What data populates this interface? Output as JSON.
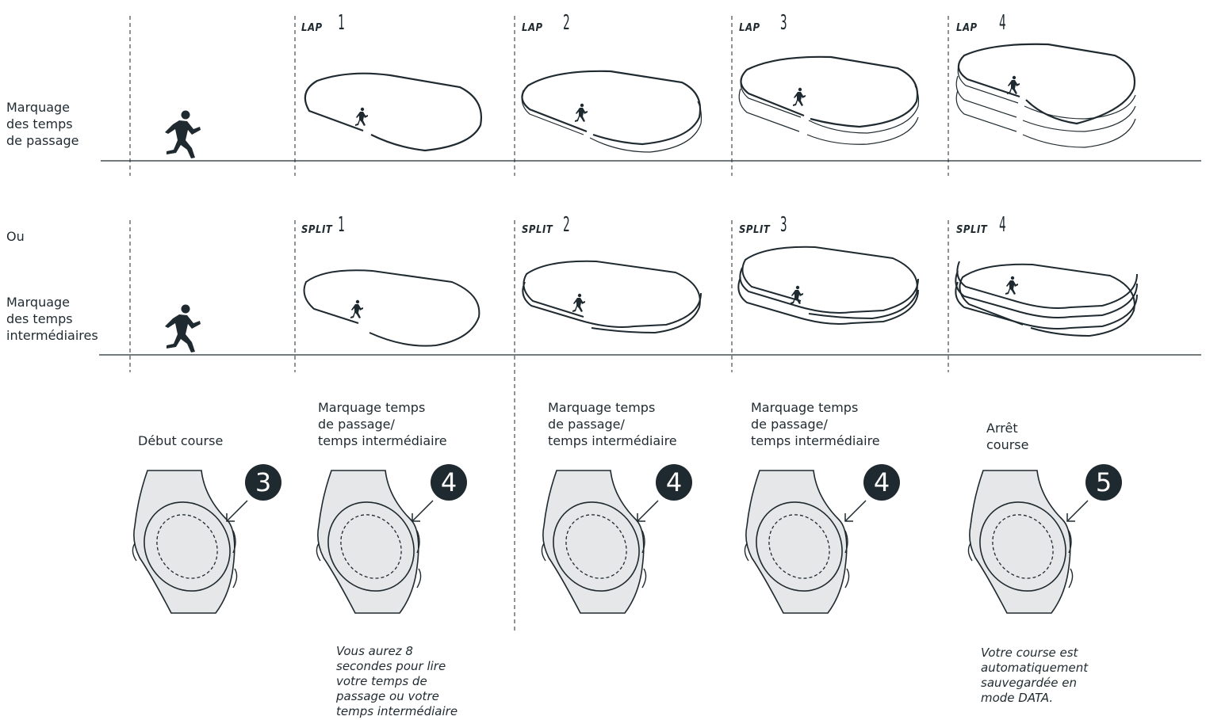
{
  "rows": {
    "lap_label": "Marquage\ndes temps\nde passage",
    "or_label": "Ou",
    "split_label": "Marquage\ndes temps\nintermédiaires"
  },
  "lap_headers": [
    {
      "word": "LAP",
      "num": "1"
    },
    {
      "word": "LAP",
      "num": "2"
    },
    {
      "word": "LAP",
      "num": "3"
    },
    {
      "word": "LAP",
      "num": "4"
    }
  ],
  "split_headers": [
    {
      "word": "SPLIT",
      "num": "1"
    },
    {
      "word": "SPLIT",
      "num": "2"
    },
    {
      "word": "SPLIT",
      "num": "3"
    },
    {
      "word": "SPLIT",
      "num": "4"
    }
  ],
  "steps": [
    {
      "caption": "Début course",
      "badge": "3"
    },
    {
      "caption": "Marquage temps\nde passage/\ntemps intermédiaire",
      "badge": "4"
    },
    {
      "caption": "Marquage temps\nde passage/\ntemps intermédiaire",
      "badge": "4"
    },
    {
      "caption": "Marquage temps\nde passage/\ntemps intermédiaire",
      "badge": "4"
    },
    {
      "caption": "Arrêt\ncourse",
      "badge": "5"
    }
  ],
  "notes": {
    "read_time": "Vous aurez 8\nsecondes pour lire\nvotre temps de\npassage ou votre\ntemps intermédiaire",
    "saved": "Votre course est\nautomatiquement\nsauvegardée en\nmode DATA."
  },
  "colors": {
    "ink": "#1f2a30",
    "watch_fill": "#e6e7e8",
    "badge": "#1f2a30"
  },
  "icons": [
    "runner-icon",
    "oval-track-icon",
    "watch-icon",
    "step-badge-icon",
    "pointer-arrow-icon"
  ]
}
